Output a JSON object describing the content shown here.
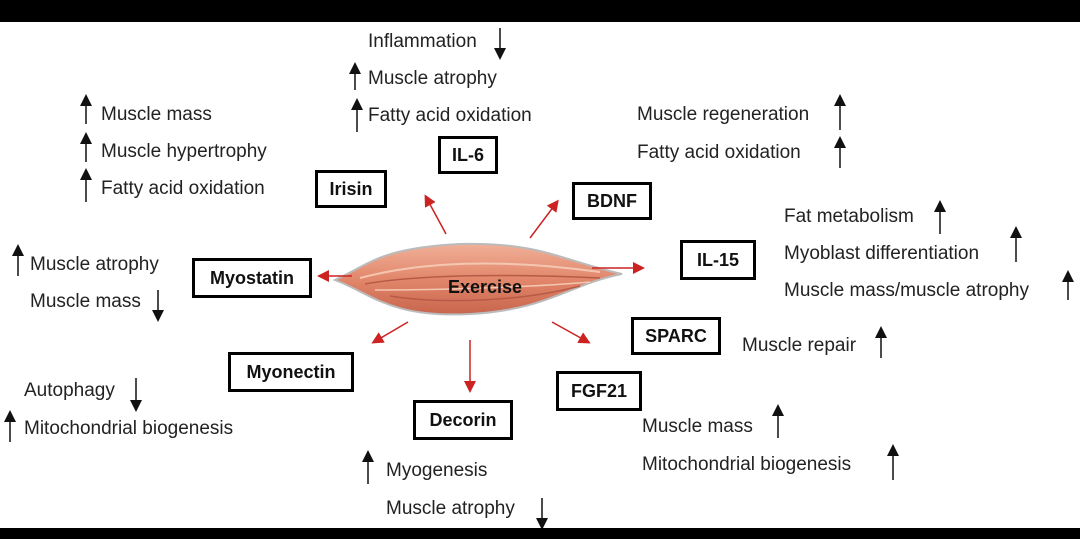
{
  "center_label": "Exercise",
  "boxes": {
    "il6": "IL-6",
    "irisin": "Irisin",
    "bdnf": "BDNF",
    "il15": "IL-15",
    "myostatin": "Myostatin",
    "myonectin": "Myonectin",
    "sparc": "SPARC",
    "fgf21": "FGF21",
    "decorin": "Decorin"
  },
  "effects": {
    "il6": [
      "Inflammation",
      "Muscle atrophy",
      "Fatty acid oxidation"
    ],
    "irisin": [
      "Muscle mass",
      "Muscle hypertrophy",
      "Fatty acid oxidation"
    ],
    "bdnf": [
      "Muscle regeneration",
      "Fatty acid oxidation"
    ],
    "il15": [
      "Fat metabolism",
      "Myoblast differentiation",
      "Muscle mass/muscle atrophy"
    ],
    "myostatin": [
      "Muscle atrophy",
      "Muscle mass"
    ],
    "myonectin": [
      "Autophagy",
      "Mitochondrial biogenesis"
    ],
    "sparc": [
      "Muscle repair"
    ],
    "fgf21": [
      "Muscle mass",
      "Mitochondrial biogenesis"
    ],
    "decorin": [
      "Myogenesis",
      "Muscle atrophy"
    ]
  },
  "colors": {
    "arrow": "#cc2222",
    "muscle": "#e89a7e",
    "muscle_dark": "#c8705a",
    "up_arrow": "#111111"
  }
}
